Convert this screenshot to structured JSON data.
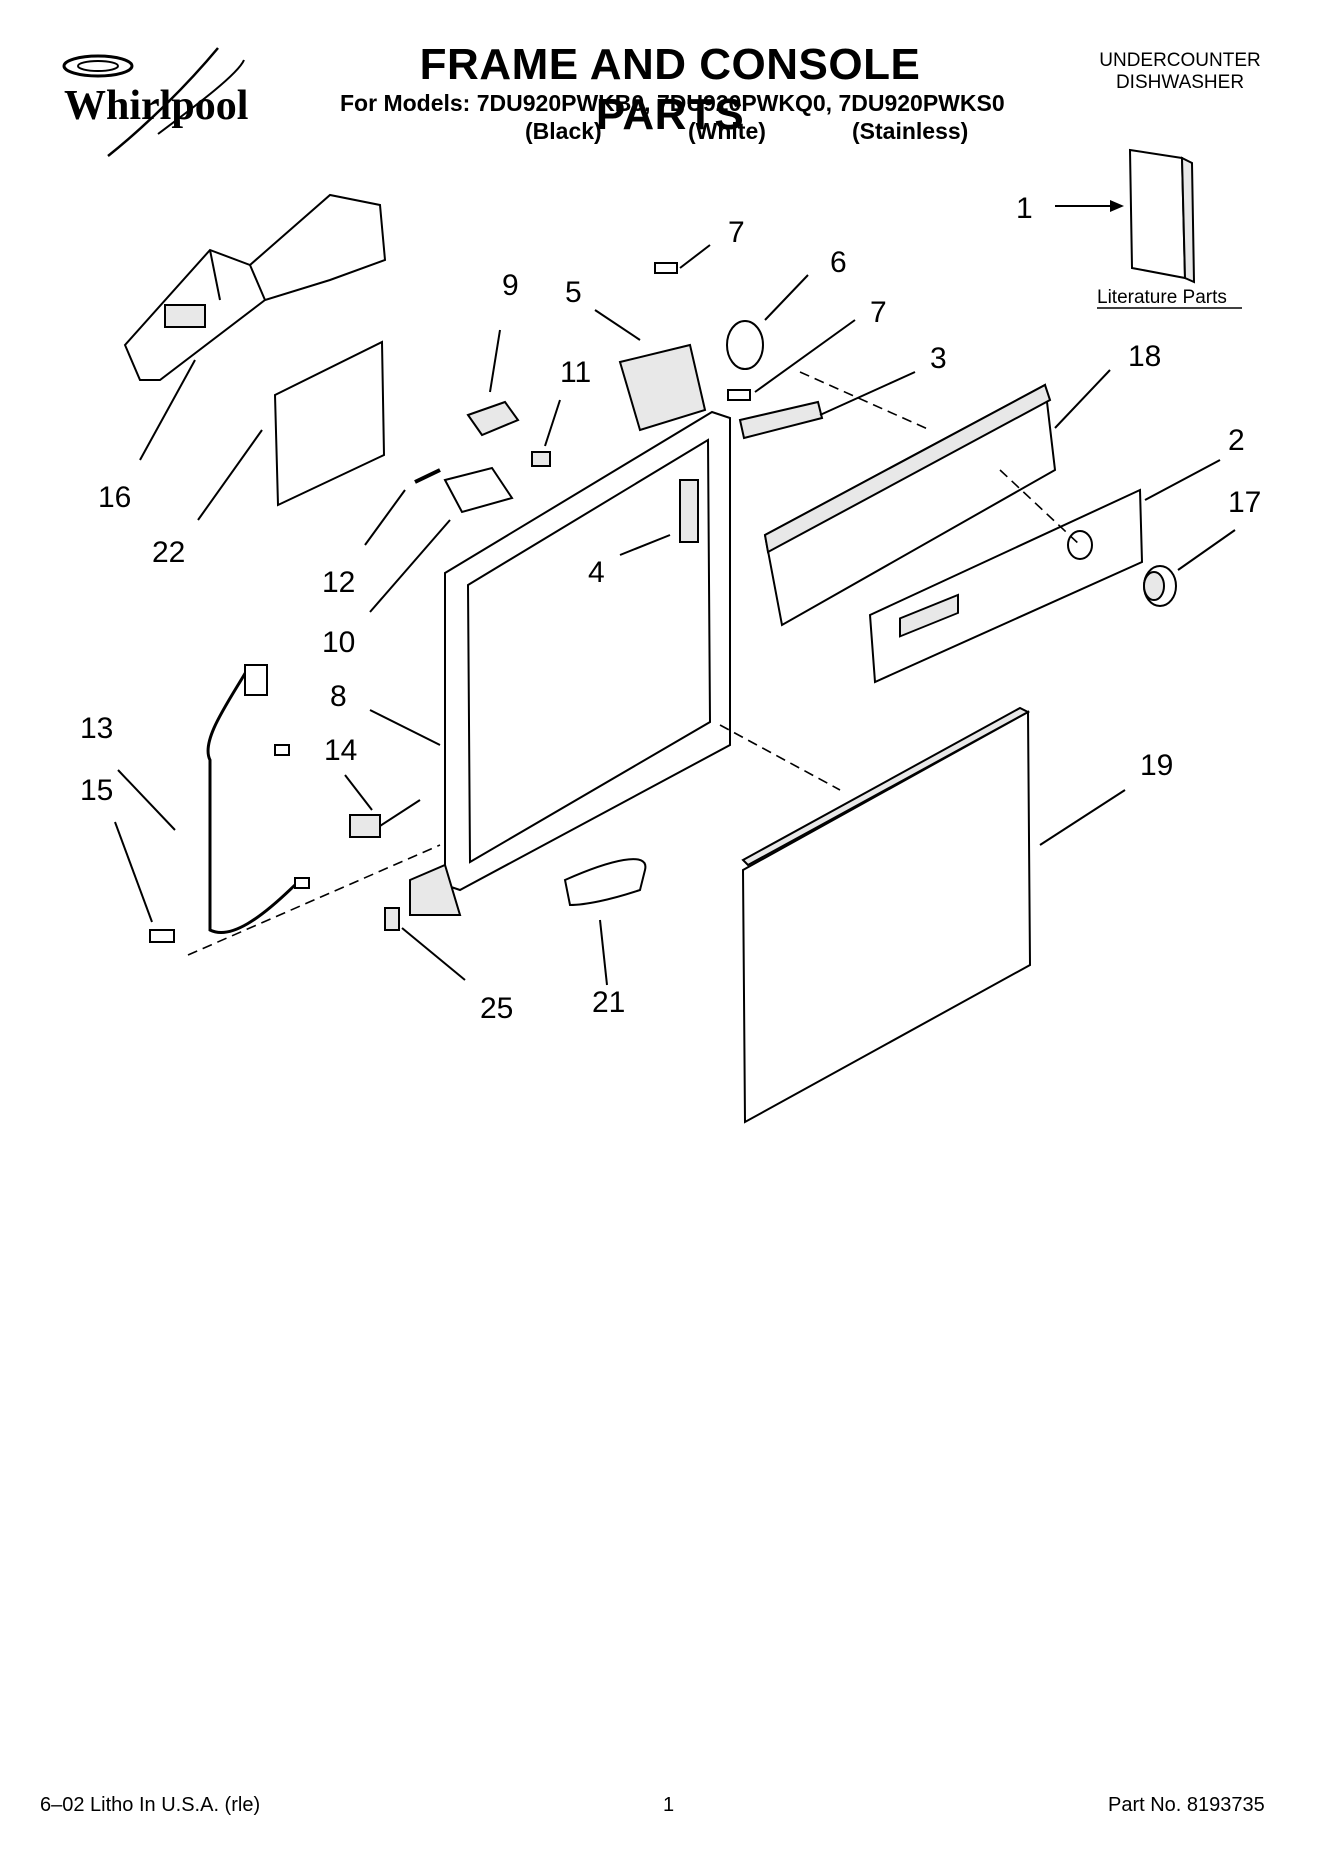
{
  "brand": {
    "logo_text": "Whirlpool"
  },
  "header": {
    "title": "FRAME AND CONSOLE PARTS",
    "models_line": "For Models: 7DU920PWKB0, 7DU920PWKQ0, 7DU920PWKS0",
    "variants": [
      "(Black)",
      "(White)",
      "(Stainless)"
    ],
    "product_type_line1": "UNDERCOUNTER",
    "product_type_line2": "DISHWASHER"
  },
  "diagram": {
    "literature_label": "Literature Parts",
    "callouts": [
      "1",
      "2",
      "3",
      "4",
      "5",
      "6",
      "7",
      "7",
      "8",
      "9",
      "10",
      "11",
      "12",
      "13",
      "14",
      "15",
      "16",
      "17",
      "18",
      "19",
      "21",
      "22",
      "25"
    ]
  },
  "footer": {
    "litho": "6–02 Litho In U.S.A. (rle)",
    "page": "1",
    "part_no": "Part No. 8193735"
  }
}
